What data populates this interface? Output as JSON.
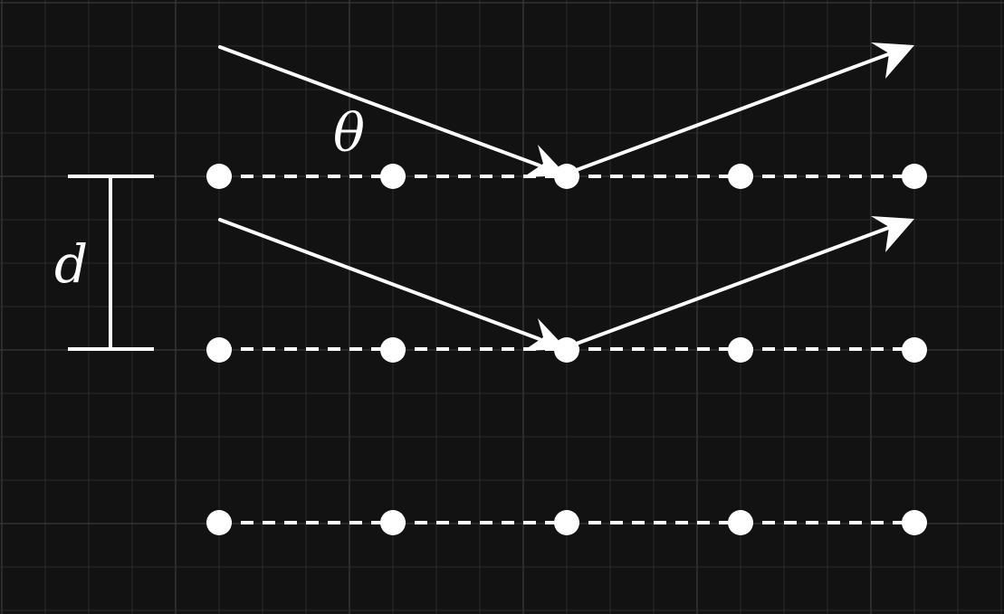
{
  "labels": {
    "angle": "θ",
    "spacing": "d"
  },
  "colors": {
    "background": "#121212",
    "foreground": "#ffffff",
    "grid_minor": "#2a2a2a",
    "grid_major": "#3a3a3a"
  },
  "lattice": {
    "planes": 3,
    "atoms_per_plane": 5
  },
  "rays": {
    "count": 2
  }
}
